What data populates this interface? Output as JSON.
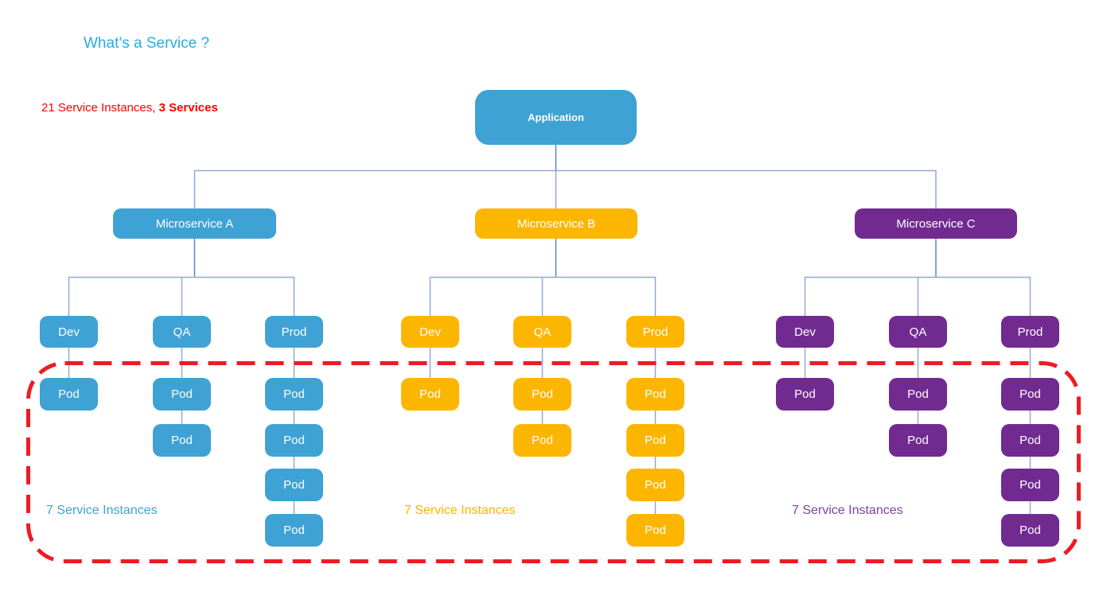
{
  "title": "What’s a Service ?",
  "summary": {
    "prefix": "21 Service Instances, ",
    "bold": "3 Services"
  },
  "root": {
    "label": "Application"
  },
  "services": [
    {
      "label": "Microservice A",
      "color": "#3FA2D4",
      "instances_note": "7 Service Instances",
      "environments": [
        {
          "label": "Dev",
          "pods": [
            "Pod"
          ]
        },
        {
          "label": "QA",
          "pods": [
            "Pod",
            "Pod"
          ]
        },
        {
          "label": "Prod",
          "pods": [
            "Pod",
            "Pod",
            "Pod",
            "Pod"
          ]
        }
      ]
    },
    {
      "label": "Microservice B",
      "color": "#FDB600",
      "instances_note": "7 Service Instances",
      "environments": [
        {
          "label": "Dev",
          "pods": [
            "Pod"
          ]
        },
        {
          "label": "QA",
          "pods": [
            "Pod",
            "Pod"
          ]
        },
        {
          "label": "Prod",
          "pods": [
            "Pod",
            "Pod",
            "Pod",
            "Pod"
          ]
        }
      ]
    },
    {
      "label": "Microservice C",
      "color": "#712B90",
      "instances_note": "7 Service Instances",
      "environments": [
        {
          "label": "Dev",
          "pods": [
            "Pod"
          ]
        },
        {
          "label": "QA",
          "pods": [
            "Pod",
            "Pod"
          ]
        },
        {
          "label": "Prod",
          "pods": [
            "Pod",
            "Pod",
            "Pod",
            "Pod"
          ]
        }
      ]
    }
  ],
  "colors": {
    "title_text": "#29ABE2",
    "summary_text": "#FF0000",
    "service_a": "#3FA2D4",
    "service_b": "#FDB600",
    "service_c": "#712B90",
    "service_c_note_text": "#7D4399",
    "node_text": "#FFFFFF",
    "connector_light": "#90A8DC",
    "connector_dark": "#5F80C8",
    "dashed_outline": "#ED1C24",
    "background": "#FFFFFF"
  }
}
